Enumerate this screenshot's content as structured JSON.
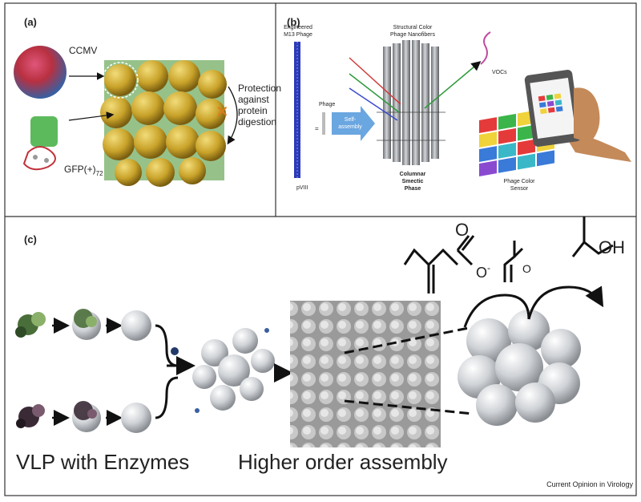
{
  "panel_a": {
    "label": "(a)",
    "ccmv": "CCMV",
    "protection_line1": "Protection",
    "protection_line2": "against",
    "protection_line3": "protein",
    "protection_line4": "digestion",
    "gfp": "GFP(+)",
    "gfp_sub": "72"
  },
  "panel_b": {
    "label": "(b)",
    "engineered_line1": "Engineered",
    "engineered_line2": "M13 Phage",
    "phage": "Phage",
    "equals": "=",
    "self_line1": "Self-",
    "self_line2": "assembly",
    "pviii": "pVIII",
    "nano_line1": "Structural Color",
    "nano_line2": "Phage Nanofibers",
    "col_line1": "Columnar",
    "col_line2": "Smectic",
    "col_line3": "Phase",
    "vocs": "VOCs",
    "sensor_line1": "Phage Color",
    "sensor_line2": "Sensor"
  },
  "panel_c": {
    "label": "(c)",
    "vlp": "VLP with Enzymes",
    "higher": "Higher order assembly",
    "oh": "OH",
    "o_minus": "O",
    "minus": "-",
    "o_ald": "O"
  },
  "footer": "Current Opinion in Virology",
  "colors": {
    "border": "#333333",
    "ccmv_gold": "#c9a32a",
    "arrow_blue": "#5b9bd5",
    "self_assembly_blue": "#6aa6e0"
  }
}
